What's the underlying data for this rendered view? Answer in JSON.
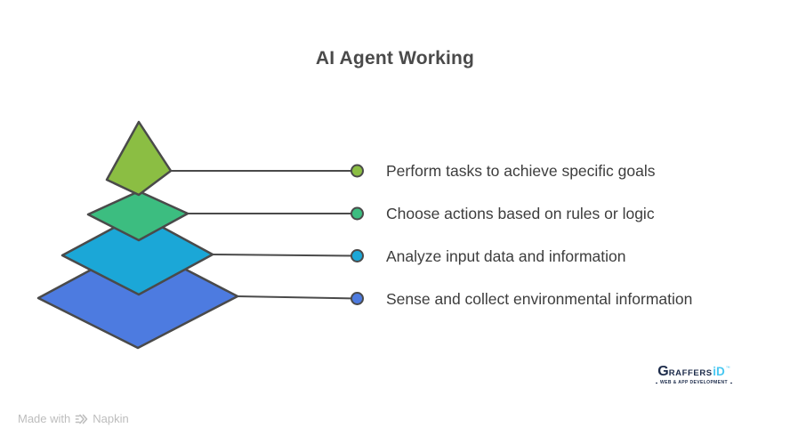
{
  "title": "AI Agent Working",
  "colors": {
    "stroke": "#4a4a4a",
    "label_text": "#3d3d3d",
    "title_text": "#4a4a4a",
    "attribution_text": "#bdbdbd",
    "logo_navy": "#1c2b4a",
    "logo_cyan": "#47c7f1"
  },
  "items": [
    {
      "label": "Perform tasks to achieve specific goals",
      "color": "#8bbe43"
    },
    {
      "label": "Choose actions based on rules or logic",
      "color": "#3cbd80"
    },
    {
      "label": "Analyze input data and information",
      "color": "#1ba7d7"
    },
    {
      "label": "Sense and collect environmental information",
      "color": "#4d7be0"
    }
  ],
  "footer": {
    "made_with": "Made with",
    "brand": "Napkin"
  },
  "logo": {
    "initial": "G",
    "rest": "RAFFERS",
    "id": "iD",
    "mark": "™",
    "tagline": "WEB & APP DEVELOPMENT"
  }
}
